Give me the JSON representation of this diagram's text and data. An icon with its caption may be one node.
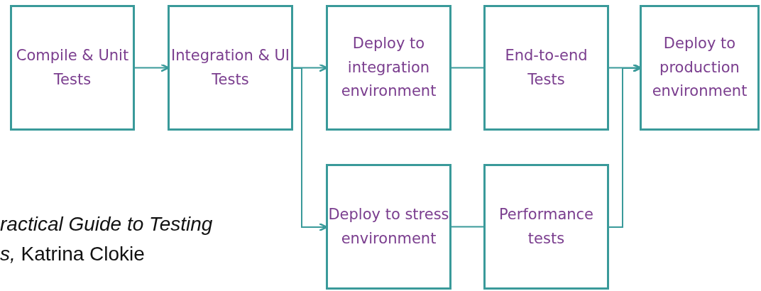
{
  "diagram": {
    "nodes": [
      {
        "text": [
          "Compile & Unit Tests"
        ]
      },
      {
        "text": [
          "Integration & UI Tests"
        ]
      },
      {
        "text": [
          "Deploy to integration environment"
        ]
      },
      {
        "text": [
          "End-to-end Tests"
        ]
      },
      {
        "text": [
          "Deploy to production environment"
        ]
      },
      {
        "text": [
          "Deploy to stress environment"
        ]
      },
      {
        "text": [
          "Performance tests"
        ]
      }
    ],
    "edges": [
      {
        "from": 0,
        "to": 1,
        "arrow": "to"
      },
      {
        "from": 1,
        "to": 2,
        "arrow": "to"
      },
      {
        "from": 1,
        "to": 5,
        "arrow": "to"
      },
      {
        "from": 2,
        "to": 3,
        "arrow": "none"
      },
      {
        "from": 3,
        "to": 4,
        "arrow": "to"
      },
      {
        "from": 5,
        "to": 6,
        "arrow": "none"
      },
      {
        "from": 6,
        "to": 4,
        "arrow": "to"
      }
    ],
    "labels": [
      "ractical Guide to Testing",
      "*s,* Katrina Clokie"
    ]
  }
}
